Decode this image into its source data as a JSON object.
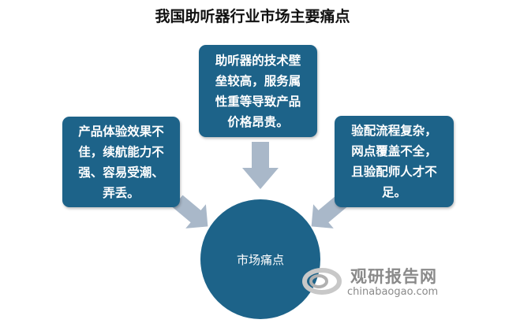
{
  "title": "我国助听器行业市场主要痛点",
  "center": "市场痛点",
  "boxes": {
    "top": [
      "助听器的技术壁",
      "垒较高，服务属",
      "性重等导致产品",
      "价格昂贵。"
    ],
    "left": [
      "产品体验效果不",
      "佳，续航能力不",
      "强、容易受潮、",
      "弄丢。"
    ],
    "right": [
      "验配流程复杂，",
      "网点覆盖不全，",
      "且验配师人才不",
      "足。"
    ]
  },
  "watermark": {
    "cn": "观研报告网",
    "en": "chinabaogao.com"
  },
  "colors": {
    "box": "#1d6389",
    "arrow": "#a9b8c9"
  }
}
